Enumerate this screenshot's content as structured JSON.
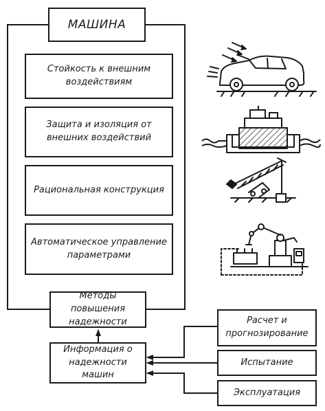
{
  "machine": {
    "title": "МАШИНА",
    "blocks": [
      "Стойкость к внешним воздействиям",
      "Защита и изоляция от внешних воздействий",
      "Рациональная конструкция",
      "Автоматическое управление параметрами"
    ]
  },
  "methods": "Методы повышения надежности",
  "info": "Информация о надежности машин",
  "sources": [
    "Расчет и прогнозирование",
    "Испытание",
    "Эксплуатация"
  ],
  "colors": {
    "line": "#1a1a1a",
    "background": "#ffffff"
  },
  "illustrations": [
    "car-icon",
    "isolated-machine-icon",
    "crane-icon",
    "robot-manipulator-icon"
  ]
}
